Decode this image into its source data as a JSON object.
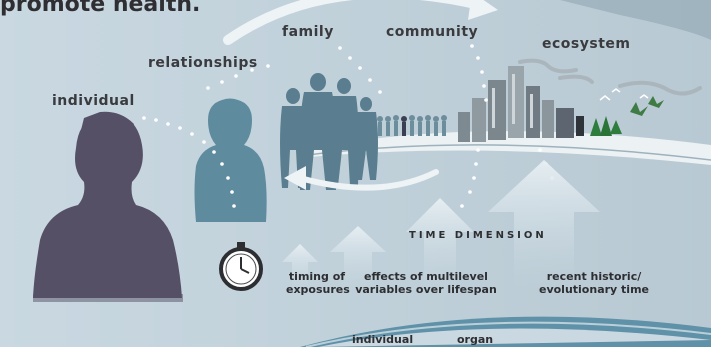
{
  "headline": "promote health.",
  "levels": {
    "individual": "individual",
    "relationships": "relationships",
    "family": "family",
    "community": "community",
    "ecosystem": "ecosystem"
  },
  "time_dimension": {
    "title": "TIME DIMENSION",
    "timing": [
      "timing of",
      "exposures"
    ],
    "effects": [
      "effects of multilevel",
      "variables over lifespan"
    ],
    "recent": [
      "recent historic/",
      "evolutionary time"
    ]
  },
  "bottom_labels": {
    "individual": "individual",
    "organ": "organ"
  },
  "icons": [
    "stopwatch-icon",
    "cycle-arrow-icon",
    "upward-arrow-icon"
  ],
  "colors": {
    "background": "#c9d8e1",
    "individual_figure": "#565066",
    "relationship_figure": "#5f8b9e",
    "family_figures": "#5a7d8f",
    "arrows": "#e7eef2",
    "bottom_band": "#5f91a8"
  }
}
